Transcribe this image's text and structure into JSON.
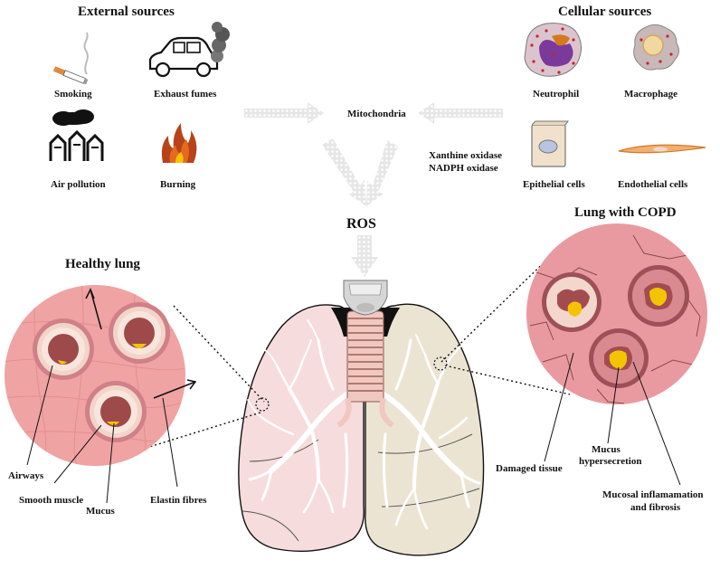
{
  "headings": {
    "external": "External sources",
    "cellular": "Cellular sources",
    "healthy": "Healthy lung",
    "copd": "Lung with COPD"
  },
  "external_sources": {
    "smoking": "Smoking",
    "exhaust": "Exhaust fumes",
    "air_pollution": "Air pollution",
    "burning": "Burning"
  },
  "cellular_sources": {
    "neutrophil": "Neutrophil",
    "macrophage": "Macrophage",
    "epithelial": "Epithelial cells",
    "endothelial": "Endothelial cells"
  },
  "center": {
    "mitochondria": "Mitochondria",
    "xanthine": "Xanthine oxidase",
    "nadph": "NADPH  oxidase",
    "ros": "ROS"
  },
  "healthy_labels": {
    "airways": "Airways",
    "smooth_muscle": "Smooth muscle",
    "mucus": "Mucus",
    "elastin": "Elastin fibres"
  },
  "copd_labels": {
    "damaged": "Damaged tissue",
    "mucus_line1": "Mucus",
    "mucus_line2": "hypersecretion",
    "inflam_line1": "Mucosal inflamamation",
    "inflam_line2": "and fibrosis"
  },
  "colors": {
    "healthy_tissue": "#f0a3a3",
    "copd_tissue": "#e99aa0",
    "left_lung": "#f6dcdc",
    "right_lung": "#ece4d3",
    "mucus": "#f5c400",
    "arrow_gray": "#d9d9d9"
  }
}
